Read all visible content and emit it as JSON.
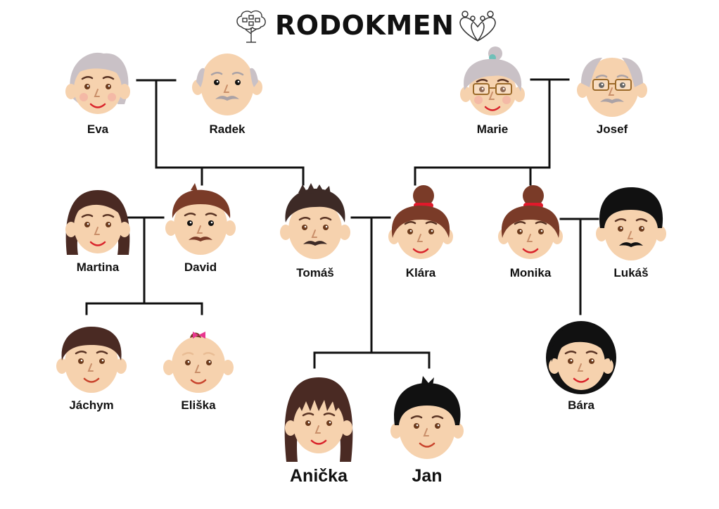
{
  "title": "RODOKMEN",
  "icons": {
    "left": "family-tree-icon",
    "right": "family-hearts-icon"
  },
  "colors": {
    "skin": "#f6d2ae",
    "line": "#111111",
    "hair_dark_brown": "#4a2a23",
    "hair_brown": "#7a3b28",
    "hair_black": "#111111",
    "hair_grey": "#c9c1c6",
    "bow": "#e0192b"
  },
  "people": [
    {
      "id": "eva",
      "name": "Eva",
      "look": "grandma-icon"
    },
    {
      "id": "radek",
      "name": "Radek",
      "look": "grandpa-bald-icon"
    },
    {
      "id": "marie",
      "name": "Marie",
      "look": "grandma-glasses-icon"
    },
    {
      "id": "josef",
      "name": "Josef",
      "look": "grandpa-glasses-icon"
    },
    {
      "id": "martina",
      "name": "Martina",
      "look": "woman-long-hair-icon"
    },
    {
      "id": "david",
      "name": "David",
      "look": "man-short-hair-icon"
    },
    {
      "id": "tomas",
      "name": "Tomáš",
      "look": "man-mustache-icon"
    },
    {
      "id": "klara",
      "name": "Klára",
      "look": "woman-bun-icon"
    },
    {
      "id": "monika",
      "name": "Monika",
      "look": "woman-bun-icon"
    },
    {
      "id": "lukas",
      "name": "Lukáš",
      "look": "man-black-hair-mustache-icon"
    },
    {
      "id": "jachym",
      "name": "Jáchym",
      "look": "boy-icon"
    },
    {
      "id": "eliska",
      "name": "Eliška",
      "look": "baby-girl-icon"
    },
    {
      "id": "anicka",
      "name": "Anička",
      "look": "girl-long-hair-icon"
    },
    {
      "id": "jan",
      "name": "Jan",
      "look": "boy-black-hair-icon"
    },
    {
      "id": "bara",
      "name": "Bára",
      "look": "girl-black-hair-icon"
    }
  ]
}
